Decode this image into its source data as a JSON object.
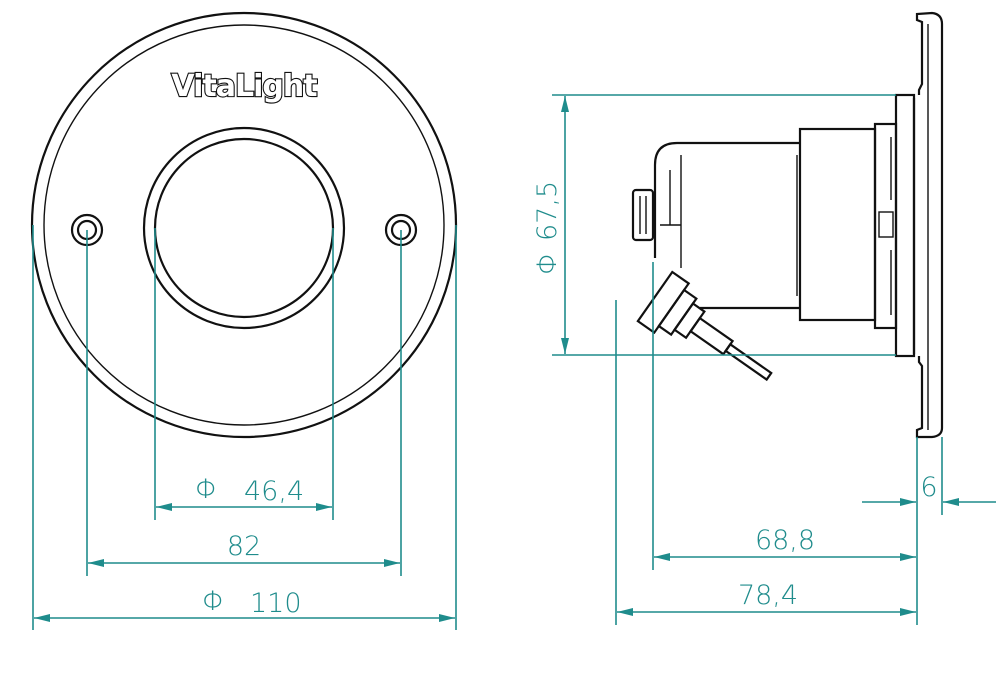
{
  "drawing": {
    "brand_logo": "VitaLight",
    "colors": {
      "dimension": "#1f8c8c",
      "outline": "#111111"
    },
    "front_view": {
      "dimensions": {
        "opening_diameter": {
          "symbol": "Φ",
          "value": "46,4"
        },
        "hole_spacing": {
          "value": "82"
        },
        "outer_diameter": {
          "symbol": "Φ",
          "value": "110"
        }
      }
    },
    "side_view": {
      "dimensions": {
        "body_diameter": {
          "symbol": "Φ",
          "value": "67,5"
        },
        "flange_thickness": {
          "value": "6"
        },
        "body_depth": {
          "value": "68,8"
        },
        "total_depth": {
          "value": "78,4"
        }
      }
    }
  }
}
